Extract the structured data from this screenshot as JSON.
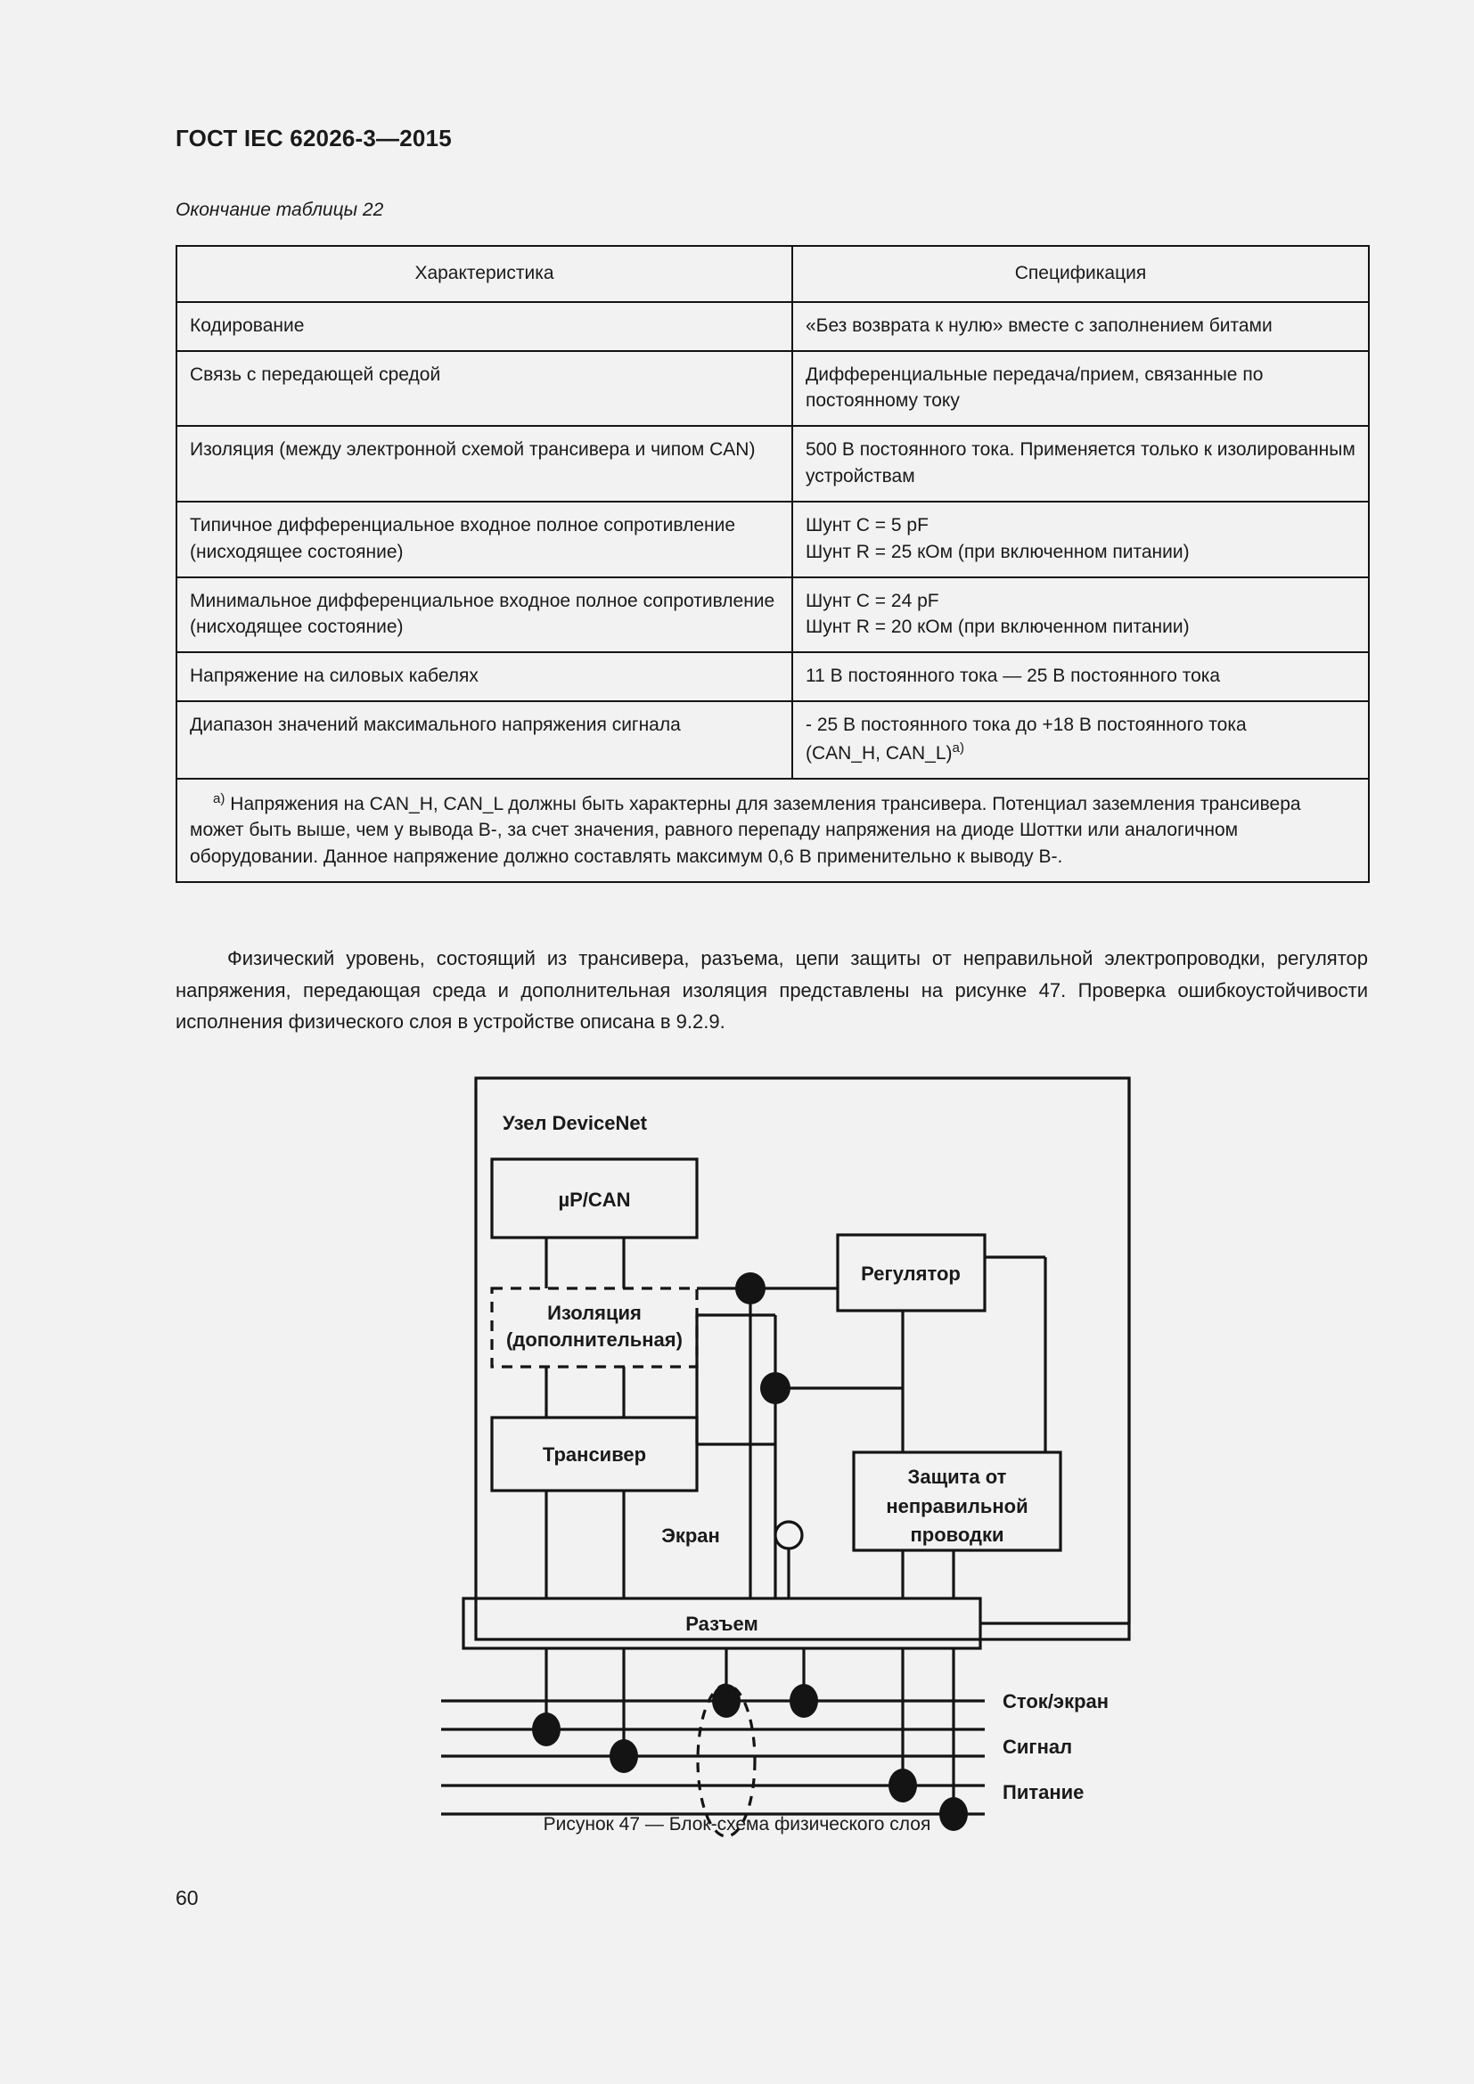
{
  "header": {
    "standard_title": "ГОСТ IEC 62026-3—2015"
  },
  "table": {
    "caption": "Окончание таблицы 22",
    "columns": [
      "Характеристика",
      "Спецификация"
    ],
    "rows": [
      {
        "characteristic": "Кодирование",
        "specification": "«Без возврата к нулю» вместе с заполнением битами"
      },
      {
        "characteristic": "Связь с передающей средой",
        "specification": "Дифференциальные передача/прием, связанные по постоянному току"
      },
      {
        "characteristic": "Изоляция (между электронной схемой трансивера и чипом CAN)",
        "specification": "500 В постоянного тока. Применяется только к изолированным устройствам"
      },
      {
        "characteristic": "Типичное дифференциальное входное полное сопротивление (нисходящее состояние)",
        "specification_line1": "Шунт C = 5 pF",
        "specification_line2": "Шунт R = 25 кОм (при включенном питании)"
      },
      {
        "characteristic": "Минимальное дифференциальное входное полное сопротивление (нисходящее состояние)",
        "specification_line1": "Шунт C = 24 pF",
        "specification_line2": "Шунт R = 20 кОм (при включенном питании)"
      },
      {
        "characteristic": "Напряжение на силовых кабелях",
        "specification": "11 В постоянного тока — 25 В постоянного тока"
      },
      {
        "characteristic": "Диапазон значений максимального напряжения сигнала",
        "specification_line1": "-  25 В постоянного тока до +18 В постоянного тока",
        "specification_line2_pre": "(CAN_H, CAN_L)",
        "specification_line2_sup": "а)"
      }
    ],
    "footnote": {
      "marker": "а)",
      "text": "Напряжения на CAN_H, CAN_L должны быть характерны для заземления трансивера. Потенциал заземления трансивера может быть выше, чем у вывода В-, за счет значения, равного перепаду напряжения на диоде Шоттки или аналогичном оборудовании. Данное напряжение должно составлять максимум 0,6 В применительно к выводу В-."
    }
  },
  "body": {
    "paragraph": "Физический уровень, состоящий из трансивера, разъема, цепи защиты от неправильной электропроводки, регулятор напряжения, передающая среда и дополнительная изоляция представлены на рисунке 47. Проверка ошибкоустойчивости исполнения физического слоя в устройстве описана в 9.2.9."
  },
  "figure": {
    "outer_label": "Узел DeviceNet",
    "blocks": {
      "mpu_can": "µP/CAN",
      "isolation_line1": "Изоляция",
      "isolation_line2": "(дополнительная)",
      "transceiver": "Трансивер",
      "regulator": "Регулятор",
      "protection_line1": "Защита от",
      "protection_line2": "неправильной",
      "protection_line3": "проводки",
      "connector": "Разъем",
      "shield": "Экран"
    },
    "bus_labels": [
      "Сток/экран",
      "Сигнал",
      "Питание"
    ],
    "caption": "Рисунок 47 — Блок-схема физического слоя"
  },
  "footer": {
    "page_number": "60"
  },
  "colors": {
    "page_background": "#f2f2f2",
    "ink": "#1a1a1a",
    "rule": "#141414"
  }
}
